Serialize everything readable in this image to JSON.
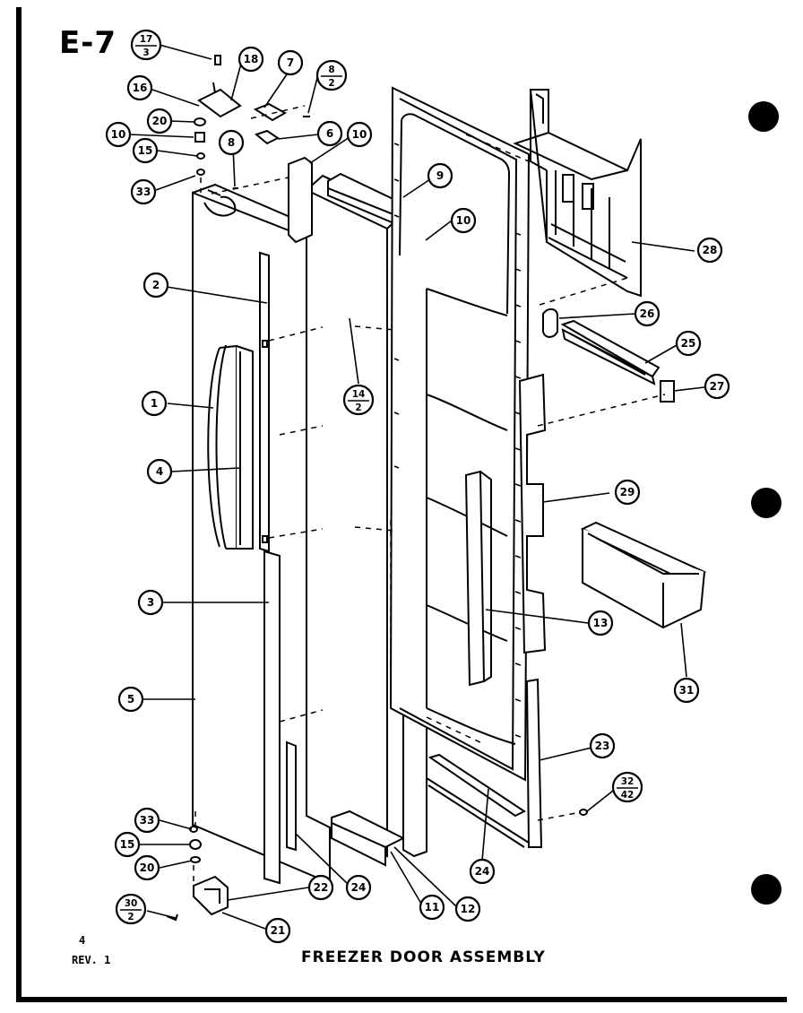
{
  "page": {
    "code": "E-7",
    "title": "FREEZER DOOR ASSEMBLY",
    "page_number": "4",
    "revision": "REV. 1"
  },
  "callouts": {
    "c1": "1",
    "c2": "2",
    "c3": "3",
    "c4": "4",
    "c5": "5",
    "c6": "6",
    "c7": "7",
    "c8": "8",
    "c9": "9",
    "c10a": "10",
    "c10b": "10",
    "c10c": "10",
    "c11": "11",
    "c12": "12",
    "c13": "13",
    "c15a": "15",
    "c15b": "15",
    "c16": "16",
    "c18": "18",
    "c20a": "20",
    "c20b": "20",
    "c21": "21",
    "c22": "22",
    "c23": "23",
    "c24a": "24",
    "c24b": "24",
    "c25": "25",
    "c26": "26",
    "c27": "27",
    "c28": "28",
    "c29": "29",
    "c31": "31",
    "c33a": "33",
    "c33b": "33"
  },
  "fraction_callouts": {
    "f17_3": {
      "top": "17",
      "bottom": "3"
    },
    "f8_2": {
      "top": "8",
      "bottom": "2"
    },
    "f14_2": {
      "top": "14",
      "bottom": "2"
    },
    "f32_42": {
      "top": "32",
      "bottom": "42"
    },
    "f30_2": {
      "top": "30",
      "bottom": "2"
    }
  }
}
